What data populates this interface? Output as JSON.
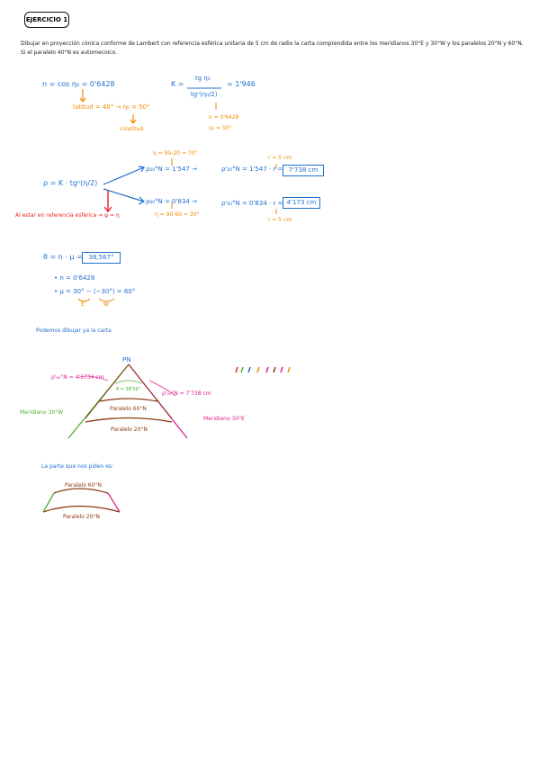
{
  "title": "EJERCICIO 1",
  "statement": "Dibujar en proyección cónica conforme de Lambert con referencia esférica unitaria de 5 cm de radio la carta comprendida entre los meridianos 30°E y 30°W y los paralelos 20°N y 60°N. Si el paralelo 40°N es automecoico.",
  "block1": {
    "n_eq": "n = cos η₀ = 0'6428",
    "latitud": "latitud = 40° → η₀ = 50°",
    "colatitud": "colatitud",
    "k_lhs": "K =",
    "k_num": "tg η₀",
    "k_den": "tgⁿ(η₀/2)",
    "k_val": "= 1'946",
    "n_small": "n = 0'6428",
    "eta_small": "η₀ = 50°"
  },
  "block2": {
    "rho_eq": "ρ = K · tgⁿ(η/2)",
    "eta_top": "η = 90-20 = 70°",
    "rho20": "ρ₂₀°N = 1'547 →",
    "rho20p": "ρ'₂₀°N = 1'547 · r =",
    "r_top": "r = 5 cm",
    "res20": "7'738 cm",
    "rho60": "ρ₆₀°N = 0'834 →",
    "rho60p": "ρ'₆₀°N = 0'834 · r =",
    "res60": "4'173 cm",
    "eta_bottom": "η = 90-60 = 30°",
    "r_bottom": "r = 5 cm",
    "note": "Al estar en referencia esférica ⇒ ψ = η"
  },
  "block3": {
    "theta_eq": "θ = n · μ =",
    "theta_val": "38,567°",
    "n_line": "• n = 0'6428",
    "mu_line": "• μ = 30° − (−30°) = 60°",
    "e_label": "E",
    "w_label": "W"
  },
  "drawing": {
    "intro": "Podemos dibujar ya la carta",
    "pn": "PN",
    "rho60_label": "ρ'₆₀°N = 4'1734 cm",
    "rho20_label": "ρ'₂₀°N = 7'738 cm",
    "theta_label": "θ = 38'56°",
    "par60": "Paralelo 60°N",
    "par20": "Paralelo 20°N",
    "mer30w": "Meridiano 30°W",
    "mer30e": "Meridiano 30°E",
    "colors": [
      "#e22",
      "#4caf35",
      "#f08a00",
      "#e0208c",
      "#8b3a10"
    ]
  },
  "result": {
    "intro": "La parte que nos piden es:",
    "par60": "Paralelo 60°N",
    "par20": "Paralelo 20°N"
  }
}
